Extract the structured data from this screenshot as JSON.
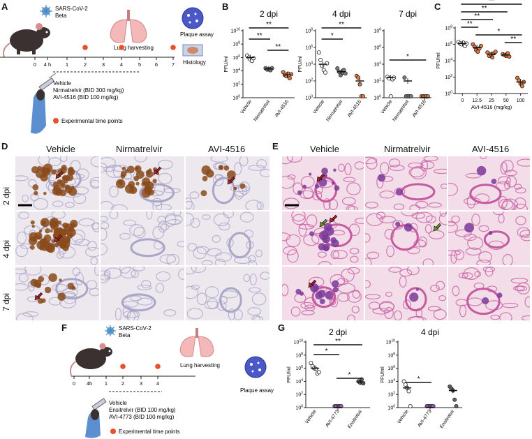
{
  "figure": {
    "panel_labels": [
      "A",
      "B",
      "C",
      "D",
      "E",
      "F",
      "G"
    ]
  },
  "panel_a": {
    "virus_line1": "SARS-CoV-2",
    "virus_line2": "Beta",
    "lung_label": "Lung harvesting",
    "plaque_label": "Plaque assay",
    "histology_label": "Histology",
    "timeline_ticks": [
      "0",
      "4 h",
      "1",
      "2",
      "3",
      "4",
      "5",
      "6",
      "7"
    ],
    "treatments": [
      "Vehicle",
      "Nirmatrelvir (BID 300 mg/kg)",
      "AVI-4516 (BID 100 mg/kg)"
    ],
    "legend_label": "Experimental time points",
    "colors": {
      "timepoint": "#e8502a",
      "mouse": "#3b3130",
      "lung": "#f4b8b8",
      "plaque": "#4a58c8"
    }
  },
  "panel_f": {
    "virus_line1": "SARS-CoV-2",
    "virus_line2": "Beta",
    "lung_label": "Lung harvesting",
    "plaque_label": "Plaque assay",
    "timeline_ticks": [
      "0",
      "4h",
      "1",
      "2",
      "3",
      "4"
    ],
    "treatments": [
      "Vehicle",
      "Ensitrelvir (BID 100 mg/kg)",
      "AVI-4773 (BID 100 mg/kg)"
    ],
    "legend_label": "Experimental time points"
  },
  "panel_d": {
    "columns": [
      "Vehicle",
      "Nirmatrelvir",
      "AVI-4516"
    ],
    "rows": [
      "2 dpi",
      "4 dpi",
      "7 dpi"
    ]
  },
  "panel_e": {
    "columns": [
      "Vehicle",
      "Nirmatrelvir",
      "AVI-4516"
    ]
  },
  "chart_data": [
    {
      "id": "B-2dpi",
      "type": "scatter",
      "title": "2 dpi",
      "ylabel": "PFU/ml",
      "categories": [
        "Vehicle",
        "Nirmatrelvir",
        "AVI-4516"
      ],
      "ytick_labels": [
        "10^0",
        "10^2",
        "10^4",
        "10^6",
        "10^8",
        "10^10"
      ],
      "ylim": [
        0,
        10
      ],
      "yscale": "log10",
      "points_log10": [
        [
          6.3,
          6.0,
          5.7,
          5.5,
          5.9
        ],
        [
          4.4,
          4.2,
          4.3,
          4.1,
          4.4
        ],
        [
          3.8,
          3.4,
          3.2,
          3.6,
          2.9,
          3.5
        ]
      ],
      "mean_log10": [
        6.0,
        4.3,
        3.4
      ],
      "significance": [
        "**",
        "**",
        "**"
      ],
      "colors": [
        "#ffffff",
        "#7f7f7f",
        "#e8793d"
      ]
    },
    {
      "id": "B-4dpi",
      "type": "scatter",
      "title": "4 dpi",
      "ylabel": "PFU/ml",
      "categories": [
        "Vehicle",
        "Nirmatrelvir",
        "AVI-4516"
      ],
      "ytick_labels": [
        "10^0",
        "10^2",
        "10^4",
        "10^6",
        "10^8"
      ],
      "ylim": [
        0,
        8
      ],
      "yscale": "log10",
      "points_log10": [
        [
          5.4,
          4.5,
          3.8,
          3.3,
          3.0,
          4.1
        ],
        [
          3.5,
          3.1,
          2.7,
          3.0,
          3.3,
          2.9
        ],
        [
          2.6,
          2.4,
          1.6,
          0,
          0
        ]
      ],
      "mean_log10": [
        4.0,
        3.1,
        2.0
      ],
      "significance": [
        "*",
        "**"
      ],
      "colors": [
        "#ffffff",
        "#7f7f7f",
        "#e8793d"
      ]
    },
    {
      "id": "B-7dpi",
      "type": "scatter",
      "title": "7 dpi",
      "ylabel": "",
      "categories": [
        "Vehicle",
        "Nirmatrelvir",
        "AVI-4516"
      ],
      "ytick_labels": [
        "10^0",
        "10^2",
        "10^4",
        "10^6",
        "10^8"
      ],
      "ylim": [
        0,
        8
      ],
      "yscale": "log10",
      "points_log10": [
        [
          2.5,
          2.3,
          0,
          2.2,
          2.4
        ],
        [
          2.4,
          0,
          0,
          0,
          0
        ],
        [
          0,
          0,
          0,
          0,
          0
        ]
      ],
      "mean_log10": [
        2.4,
        2.0,
        0
      ],
      "significance": [
        "*"
      ],
      "colors": [
        "#ffffff",
        "#7f7f7f",
        "#e8793d"
      ]
    },
    {
      "id": "C",
      "type": "scatter",
      "title": "",
      "ylabel": "PFU/ml",
      "xlabel": "AVI-4516  (mg/kg)",
      "categories": [
        "0",
        "12.5",
        "25",
        "50",
        "100"
      ],
      "ytick_labels": [
        "10^0",
        "10^2",
        "10^4",
        "10^6",
        "10^8"
      ],
      "ylim": [
        0,
        8
      ],
      "yscale": "log10",
      "points_log10": [
        [
          6.3,
          6.1,
          6.0,
          6.2,
          5.8,
          6.1
        ],
        [
          6.0,
          5.7,
          5.3,
          5.1,
          5.5,
          5.8
        ],
        [
          5.0,
          4.6,
          4.8,
          4.4,
          4.9,
          5.1
        ],
        [
          4.8,
          4.7,
          4.6,
          4.9,
          4.5
        ],
        [
          1.9,
          1.6,
          1.2,
          0.9,
          1.4
        ]
      ],
      "mean_log10": [
        6.1,
        5.6,
        4.8,
        4.7,
        1.4
      ],
      "significance": [
        "**",
        "**",
        "**",
        "**",
        "*",
        "**"
      ],
      "colors": [
        "#ffffff",
        "#e8793d"
      ]
    },
    {
      "id": "G-2dpi",
      "type": "scatter",
      "title": "2 dpi",
      "ylabel": "PFU/ml",
      "categories": [
        "Vehicle",
        "AVI-4773",
        "Ensitrelvir"
      ],
      "ytick_labels": [
        "10^0",
        "10^2",
        "10^4",
        "10^6",
        "10^8",
        "10^10"
      ],
      "ylim": [
        0,
        10
      ],
      "yscale": "log10",
      "points_log10": [
        [
          6.8,
          6.3,
          6.0,
          5.9,
          5.2,
          5.4
        ],
        [
          0,
          0,
          0,
          0,
          0
        ],
        [
          4.0,
          3.8,
          4.3,
          3.7
        ]
      ],
      "mean_log10": [
        6.0,
        0,
        3.9
      ],
      "significance": [
        "**",
        "*",
        "*"
      ],
      "colors": [
        "#ffffff",
        "#a05ac0",
        "#666666"
      ]
    },
    {
      "id": "G-4dpi",
      "type": "scatter",
      "title": "4 dpi",
      "ylabel": "PFU/ml",
      "categories": [
        "Vehicle",
        "AVI-4773",
        "Ensitrelvir"
      ],
      "ytick_labels": [
        "10^0",
        "10^2",
        "10^4",
        "10^6",
        "10^8",
        "10^10"
      ],
      "ylim": [
        0,
        10
      ],
      "yscale": "log10",
      "points_log10": [
        [
          4.0,
          3.5,
          3.0,
          2.5,
          0
        ],
        [
          0,
          0,
          0,
          0,
          0
        ],
        [
          3.2,
          2.9,
          2.6,
          1.2,
          0
        ]
      ],
      "mean_log10": [
        3.0,
        0,
        2.6
      ],
      "significance": [
        "*"
      ],
      "colors": [
        "#ffffff",
        "#a05ac0",
        "#666666"
      ]
    }
  ]
}
